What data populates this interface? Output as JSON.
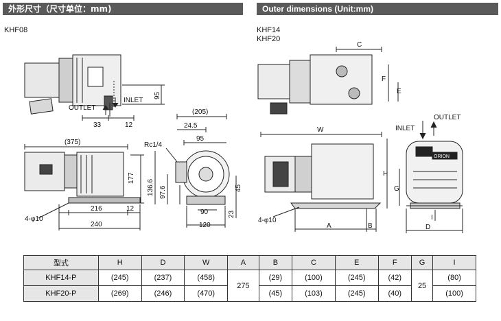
{
  "header": {
    "left_title": "外形尺寸（尺寸单位：mm)",
    "right_title": "Outer dimensions (Unit:mm)"
  },
  "left_drawing": {
    "model": "KHF08",
    "labels": {
      "outlet": "OUTLET",
      "inlet": "INLET",
      "dim_95_side": "95",
      "dim_33": "33",
      "dim_12_top": "12",
      "dim_205": "(205)",
      "dim_24_5": "24.5",
      "dim_95_front": "95",
      "rc": "Rc1/4",
      "dim_375": "(375)",
      "dim_177": "177",
      "dim_136_6": "136.6",
      "dim_97_6": "97.6",
      "dim_45": "45",
      "dim_23": "23",
      "dim_216": "216",
      "dim_12_bottom": "12",
      "dim_240": "240",
      "dim_90": "90",
      "dim_120": "120",
      "holes": "4-φ10"
    }
  },
  "right_drawing": {
    "model_line1": "KHF14",
    "model_line2": "KHF20",
    "labels": {
      "c": "C",
      "f": "F",
      "e": "E",
      "w": "W",
      "h": "H",
      "g": "G",
      "i": "I",
      "a": "A",
      "b": "B",
      "d": "D",
      "inlet": "INLET",
      "outlet": "OUTLET",
      "holes": "4-φ10",
      "brand": "ORION"
    }
  },
  "table": {
    "headers": [
      "型式",
      "H",
      "D",
      "W",
      "A",
      "B",
      "C",
      "E",
      "F",
      "G",
      "I"
    ],
    "rows": [
      {
        "model": "KHF14-P",
        "H": "(245)",
        "D": "(237)",
        "W": "(458)",
        "B": "(29)",
        "C": "(100)",
        "E": "(245)",
        "F": "(42)",
        "I": "(80)"
      },
      {
        "model": "KHF20-P",
        "H": "(269)",
        "D": "(246)",
        "W": "(470)",
        "B": "(45)",
        "C": "(103)",
        "E": "(245)",
        "F": "(40)",
        "I": "(100)"
      }
    ],
    "shared": {
      "A": "275",
      "G": "25"
    }
  },
  "colors": {
    "header_bg": "#5a5a5a",
    "header_fg": "#ffffff",
    "table_header_bg": "#e6e6e6",
    "line": "#222222"
  }
}
